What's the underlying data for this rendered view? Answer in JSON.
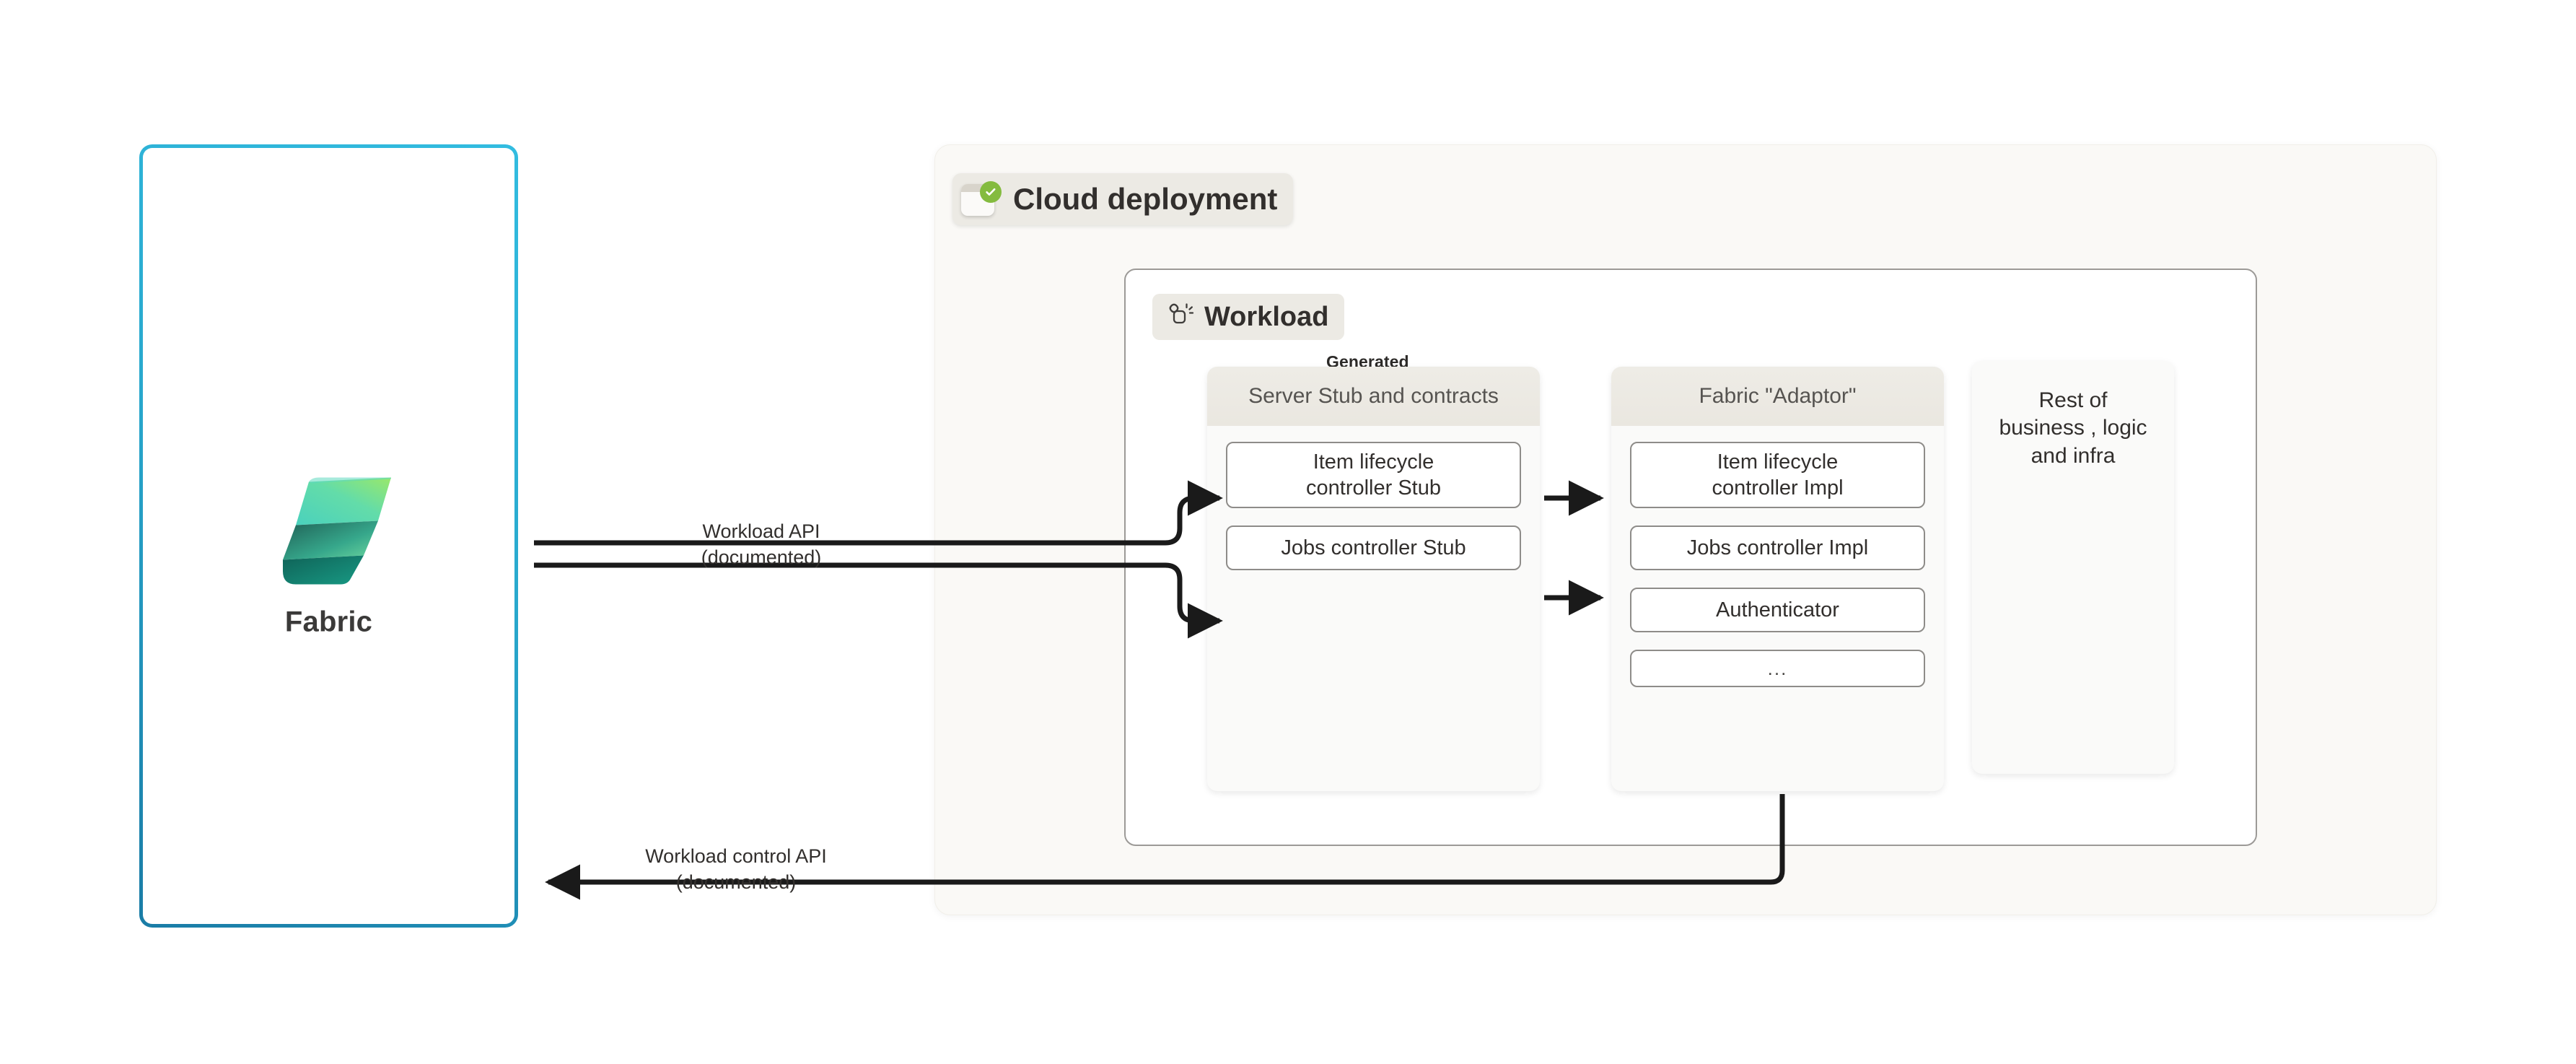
{
  "fabric_card": {
    "logo_icon": "fabric-logo-icon",
    "label": "Fabric",
    "border_color": "#29A9CE"
  },
  "cloud_panel": {
    "badge": {
      "label": "Cloud deployment",
      "icon": "window-with-green-check-icon",
      "check_color": "#84bb3f",
      "background": "#eceae4"
    },
    "background": "#faf9f6"
  },
  "workload": {
    "badge": {
      "label": "Workload",
      "icon": "workload-sparkle-icon"
    },
    "generated_tag": "Generated",
    "columns": [
      {
        "id": "server-stub",
        "header": "Server Stub and contracts",
        "nodes": [
          {
            "label": "Item lifecycle\ncontroller Stub",
            "size": "tall"
          },
          {
            "label": "Jobs controller Stub",
            "size": "short"
          }
        ]
      },
      {
        "id": "fabric-adaptor",
        "header": "Fabric \"Adaptor\"",
        "nodes": [
          {
            "label": "Item lifecycle\ncontroller Impl",
            "size": "tall"
          },
          {
            "label": "Jobs controller Impl",
            "size": "short"
          },
          {
            "label": "Authenticator",
            "size": "short"
          },
          {
            "label": "...",
            "size": "dots"
          }
        ]
      },
      {
        "id": "rest-of-business",
        "header": "",
        "text": "Rest of\nbusiness , logic\nand infra"
      }
    ]
  },
  "connectors": [
    {
      "id": "workload-api",
      "label": "Workload API\n(documented)",
      "from": "fabric-card",
      "to": "server-stub-controllers",
      "style": "double-line-split-arrows"
    },
    {
      "id": "workload-control-api",
      "label": "Workload control API\n(documented)",
      "from": "fabric-adaptor",
      "to": "fabric-card",
      "style": "single-line-left-arrow"
    }
  ],
  "colors": {
    "fabric_border": "#29A9CE",
    "panel_background": "#faf9f6",
    "badge_background": "#eceae4",
    "node_border": "#8e8c89",
    "text_primary": "#322f2d",
    "connector": "#1a1a1a",
    "check_green": "#84bb3f"
  }
}
